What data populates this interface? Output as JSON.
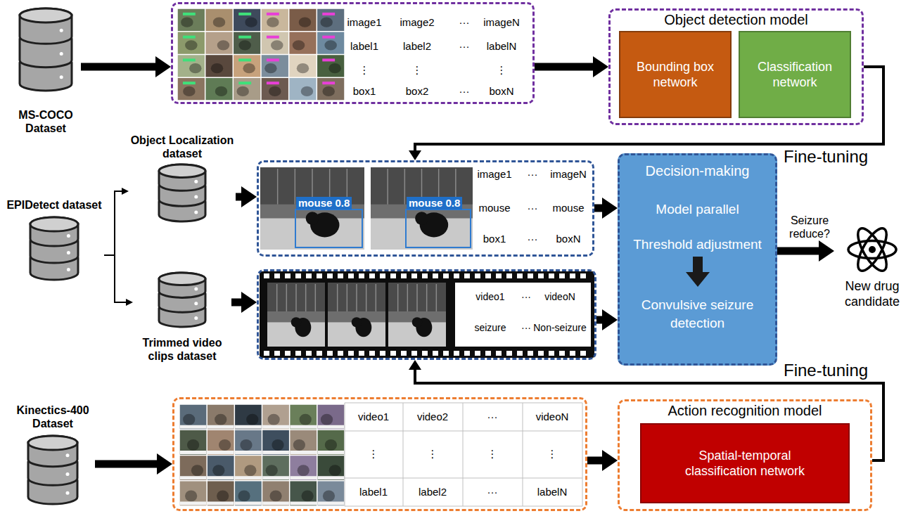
{
  "diagram": {
    "nodes": [
      {
        "text": [
          "MS-COCO Dataset"
        ]
      },
      {
        "text": [
          "image1",
          "image2",
          "···",
          "imageN",
          "label1",
          "label2",
          "···",
          "labelN",
          "⋮",
          "⋮",
          "⋮",
          "box1",
          "box2",
          "···",
          "boxN"
        ]
      },
      {
        "text": [
          "Object detection model"
        ]
      },
      {
        "text": [
          "Bounding box network"
        ],
        "in": 2
      },
      {
        "text": [
          "Classification network"
        ],
        "in": 2
      },
      {
        "text": [
          "EPIDetect dataset"
        ]
      },
      {
        "text": [
          "Object Localization dataset"
        ]
      },
      {
        "text": [
          "image1",
          "···",
          "imageN",
          "mouse",
          "···",
          "mouse",
          "box1",
          "···",
          "boxN"
        ]
      },
      {
        "text": [
          "Trimmed video clips dataset"
        ]
      },
      {
        "text": [
          "video1",
          "···",
          "videoN",
          "seizure",
          "···",
          "Non-seizure"
        ]
      },
      {
        "text": [
          "Decision-making",
          "Model parallel",
          "Threshold adjustment",
          "Convulsive seizure detection"
        ]
      },
      {
        "text": [
          "New drug candidate"
        ]
      },
      {
        "text": [
          "Kinectics-400 Dataset"
        ]
      },
      {
        "text": [
          "video1",
          "video2",
          "···",
          "videoN",
          "⋮",
          "⋮",
          "⋮",
          "⋮",
          "label1",
          "label2",
          "···",
          "labelN"
        ]
      },
      {
        "text": [
          "Action recognition model"
        ]
      },
      {
        "text": [
          "Spatial-temporal classification network"
        ],
        "in": 14
      }
    ],
    "edges": [
      {
        "from": 0,
        "to": 1,
        "arrow": "to"
      },
      {
        "from": 1,
        "to": 2,
        "arrow": "to"
      },
      {
        "from": 2,
        "to": 7,
        "label": "Fine-tuning",
        "arrow": "to"
      },
      {
        "from": 5,
        "to": 6,
        "arrow": "to"
      },
      {
        "from": 5,
        "to": 8,
        "arrow": "to"
      },
      {
        "from": 6,
        "to": 7,
        "arrow": "to"
      },
      {
        "from": 8,
        "to": 9,
        "arrow": "to"
      },
      {
        "from": 7,
        "to": 10,
        "arrow": "to"
      },
      {
        "from": 9,
        "to": 10,
        "arrow": "to"
      },
      {
        "from": 10,
        "to": 11,
        "label": "Seizure reduce?",
        "arrow": "to"
      },
      {
        "from": 12,
        "to": 13,
        "arrow": "to"
      },
      {
        "from": 13,
        "to": 14,
        "arrow": "to"
      },
      {
        "from": 14,
        "to": 9,
        "label": "Fine-tuning",
        "arrow": "to"
      }
    ],
    "labels": [
      "mouse 0.8",
      "mouse 0.8"
    ]
  }
}
